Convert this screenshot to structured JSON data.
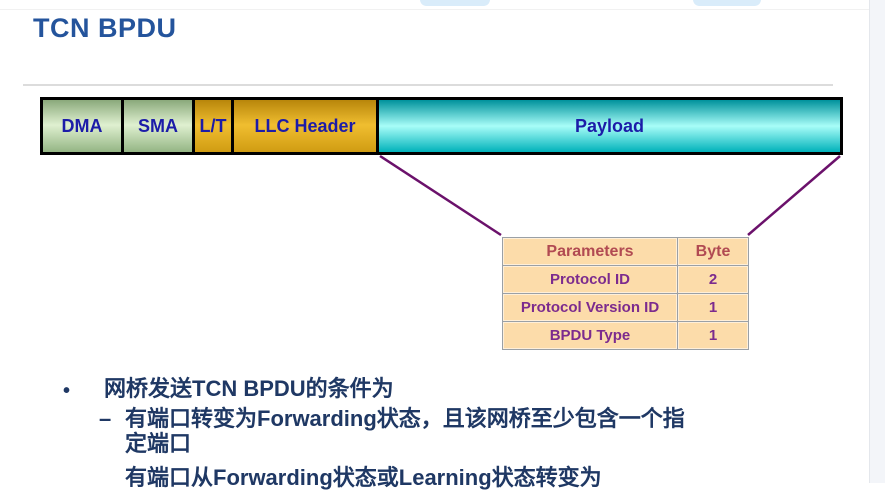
{
  "page": {
    "title": "TCN BPDU"
  },
  "frame_diagram": {
    "segments": [
      {
        "label": "DMA"
      },
      {
        "label": "SMA"
      },
      {
        "label": "L/T"
      },
      {
        "label": "LLC Header"
      },
      {
        "label": "Payload"
      }
    ]
  },
  "table": {
    "headers": [
      "Parameters",
      "Byte"
    ],
    "rows": [
      {
        "parameter": "Protocol ID",
        "byte": "2"
      },
      {
        "parameter": "Protocol Version ID",
        "byte": "1"
      },
      {
        "parameter": "BPDU Type",
        "byte": "1"
      }
    ]
  },
  "bullets": {
    "bullet_glyph": "•",
    "dash_glyph": "–",
    "main": "网桥发送TCN BPDU的条件为",
    "sub1_line1": "有端口转变为Forwarding状态，且该网桥至少包含一个指",
    "sub1_line2": "定端口",
    "sub2_partial": "有端口从Forwarding状态或Learning状态转变为"
  },
  "colors": {
    "title_blue": "#24549c",
    "body_navy": "#1f3864",
    "segment_text_blue": "#1c1ca8",
    "mac_green": "#dff0d0",
    "llc_gold": "#f0be30",
    "payload_cyan": "#a8fdf8",
    "callout_purple": "#6b116b",
    "table_bg": "#fcdcaa",
    "table_header_red": "#b14a52",
    "table_body_purple": "#7c2b8e",
    "chrome_button_blue": "#d9ecfa"
  }
}
